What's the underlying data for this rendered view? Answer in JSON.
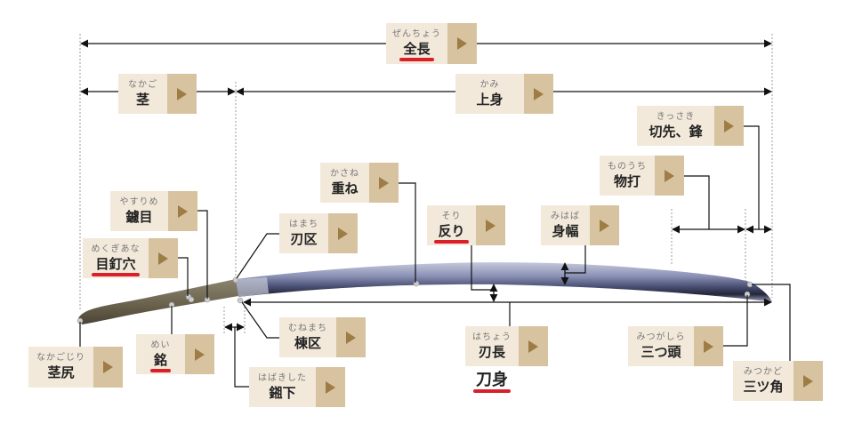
{
  "title": "日本刀 各部名称",
  "blade_title": "刀身",
  "parts": [
    {
      "id": "zencho",
      "reading": "ぜんちょう",
      "name": "全長",
      "underline": true
    },
    {
      "id": "nakago",
      "reading": "なかご",
      "name": "茎",
      "underline": false
    },
    {
      "id": "kami",
      "reading": "かみ",
      "name": "上身",
      "underline": false
    },
    {
      "id": "kissaki",
      "reading": "きっさき",
      "name": "切先、鋒",
      "underline": false
    },
    {
      "id": "monouchi",
      "reading": "ものうち",
      "name": "物打",
      "underline": false
    },
    {
      "id": "kasane",
      "reading": "かさね",
      "name": "重ね",
      "underline": false
    },
    {
      "id": "yasurime",
      "reading": "やすりめ",
      "name": "鑢目",
      "underline": false
    },
    {
      "id": "sori",
      "reading": "そり",
      "name": "反り",
      "underline": true
    },
    {
      "id": "mihaba",
      "reading": "みはば",
      "name": "身幅",
      "underline": false
    },
    {
      "id": "hamachi",
      "reading": "はまち",
      "name": "刃区",
      "underline": false
    },
    {
      "id": "mekugiana",
      "reading": "めくぎあな",
      "name": "目釘穴",
      "underline": true
    },
    {
      "id": "munemachi",
      "reading": "むねまち",
      "name": "棟区",
      "underline": false
    },
    {
      "id": "nakagojiri",
      "reading": "なかごじり",
      "name": "茎尻",
      "underline": false
    },
    {
      "id": "mei",
      "reading": "めい",
      "name": "銘",
      "underline": true
    },
    {
      "id": "hacho",
      "reading": "はちょう",
      "name": "刃長",
      "underline": false
    },
    {
      "id": "habakishita",
      "reading": "はばきした",
      "name": "鎺下",
      "underline": false
    },
    {
      "id": "mitsugashira",
      "reading": "みつがしら",
      "name": "三つ頭",
      "underline": false
    },
    {
      "id": "mitsukado",
      "reading": "みつかど",
      "name": "三ツ角",
      "underline": false
    }
  ],
  "colors": {
    "box": "#f2e9db",
    "arrow_box": "#d8c3a1",
    "arrow": "#9d7c45",
    "underline": "#d9202a"
  }
}
